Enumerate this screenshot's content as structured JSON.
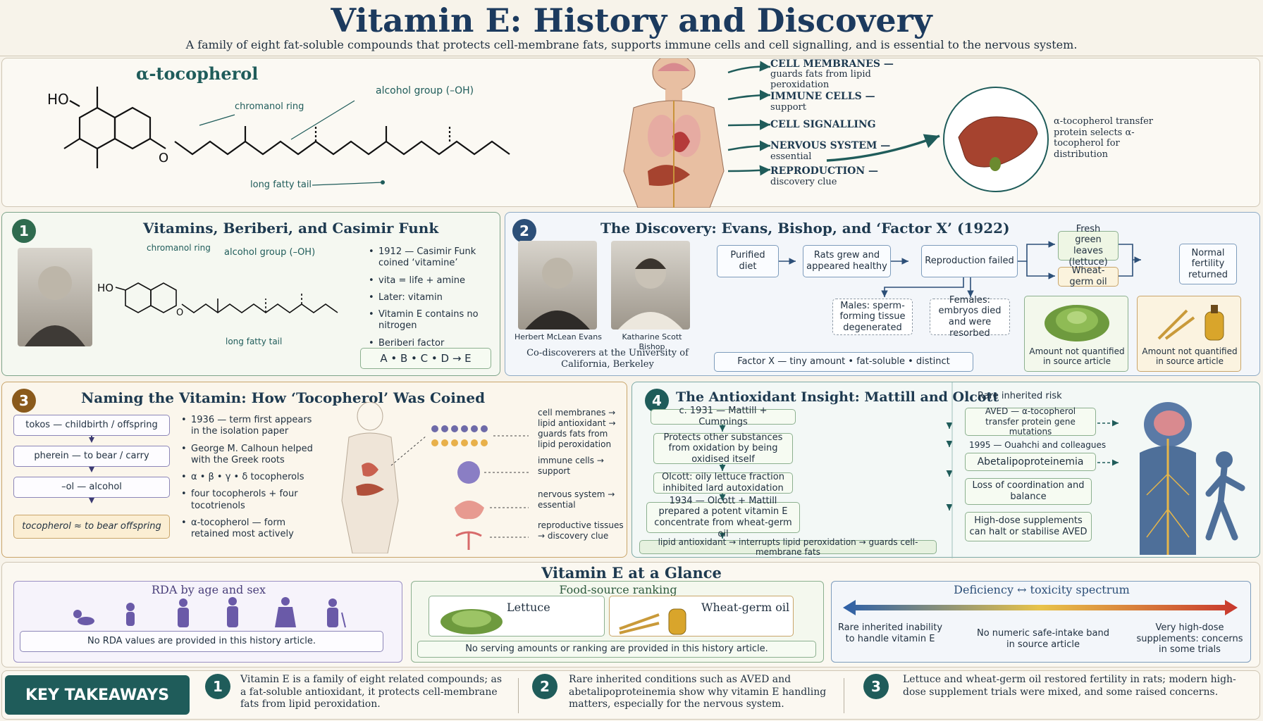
{
  "header": {
    "title": "Vitamin E: History and Discovery",
    "subtitle": "A family of eight fat-soluble compounds that protects cell-membrane fats, supports immune cells and cell signalling, and is essential to the nervous system."
  },
  "hero": {
    "molecule_name": "α-tocopherol",
    "ho_label": "HO",
    "o_label": "O",
    "chromanol_label": "chromanol ring",
    "alcohol_label": "alcohol group (–OH)",
    "tail_label": "long fatty tail",
    "roles": [
      {
        "title": "CELL MEMBRANES —",
        "desc": "guards fats from lipid peroxidation"
      },
      {
        "title": "IMMUNE CELLS —",
        "desc": "support"
      },
      {
        "title": "CELL SIGNALLING",
        "desc": ""
      },
      {
        "title": "NERVOUS SYSTEM —",
        "desc": "essential"
      },
      {
        "title": "REPRODUCTION —",
        "desc": "discovery clue"
      }
    ],
    "liver_note": "α-tocopherol transfer protein selects α-tocopherol for distribution"
  },
  "sec1": {
    "num": "1",
    "title": "Vitamins, Beriberi, and Casimir Funk",
    "ho_label": "HO",
    "o_label": "O",
    "chromanol_label": "chromanol ring",
    "alcohol_label": "alcohol group (–OH)",
    "tail_label": "long fatty tail",
    "bullets": [
      "1912 — Casimir Funk coined ‘vitamine’",
      "vita = life + amine",
      "Later: vitamin",
      "Vitamin E contains no nitrogen",
      "Beriberi factor"
    ],
    "sequence": "A • B • C • D → E"
  },
  "sec2": {
    "num": "2",
    "title": "The Discovery: Evans, Bishop, and ‘Factor X’ (1922)",
    "person1": "Herbert McLean Evans",
    "person2": "Katharine Scott Bishop",
    "caption": "Co-discoverers at the University of California, Berkeley",
    "flow": {
      "purified": "Purified diet",
      "rats": "Rats grew and appeared healthy",
      "repro": "Reproduction failed",
      "leaves": "Fresh green leaves (lettuce)",
      "wheat": "Wheat-germ oil",
      "normal": "Normal fertility returned",
      "males": "Males: sperm-forming tissue degenerated",
      "females": "Females: embryos died and were resorbed"
    },
    "factor_x": "Factor X — tiny amount • fat-soluble • distinct",
    "amount_note_1": "Amount not quantified in source article",
    "amount_note_2": "Amount not quantified in source article"
  },
  "sec3": {
    "num": "3",
    "title": "Naming the Vitamin: How ‘Tocopherol’ Was Coined",
    "roots": [
      "tokos — childbirth / offspring",
      "pherein — to bear / carry",
      "–ol — alcohol",
      "tocopherol ≈ to bear offspring"
    ],
    "bullets": [
      "1936 — term first appears in the isolation paper",
      "George M. Calhoun helped with the Greek roots",
      "α • β • γ • δ tocopherols",
      "four tocopherols + four tocotrienols",
      "α-tocopherol — form retained most actively"
    ],
    "targets": [
      "cell membranes → lipid antioxidant → guards fats from lipid peroxidation",
      "immune cells → support",
      "nervous system → essential",
      "reproductive tissues → discovery clue"
    ]
  },
  "sec4": {
    "num": "4",
    "title": "The Antioxidant Insight: Mattill and Olcott",
    "steps": [
      "c. 1931 — Mattill + Cummings",
      "Protects other substances from oxidation by being oxidised itself",
      "Olcott: oily lettuce fraction inhibited lard autoxidation",
      "1934 — Olcott + Mattill prepared a potent vitamin E concentrate from wheat-germ oil"
    ],
    "chain": "lipid antioxidant → interrupts lipid peroxidation → guards cell-membrane fats",
    "risk_title": "Rare inherited risk",
    "aved": "AVED — α-tocopherol transfer protein gene mutations",
    "ouahchi": "1995 — Ouahchi and colleagues",
    "abeta": "Abetalipoproteinemia",
    "loss": "Loss of coordination and balance",
    "halt": "High-dose supplements can halt or stabilise AVED"
  },
  "glance": {
    "title": "Vitamin E at a Glance",
    "rda_title": "RDA by age and sex",
    "rda_note": "No RDA values are provided in this history article.",
    "food_title": "Food-source ranking",
    "food_lettuce": "Lettuce",
    "food_wheat": "Wheat-germ oil",
    "food_note": "No serving amounts or ranking are provided in this history article.",
    "spectrum_title": "Deficiency ↔ toxicity spectrum",
    "spec_left": "Rare inherited inability to handle vitamin E",
    "spec_mid": "No numeric safe-intake band in source article",
    "spec_right": "Very high-dose supplements: concerns in some trials"
  },
  "takeaways": {
    "label": "KEY TAKEAWAYS",
    "items": [
      {
        "num": "1",
        "text": "Vitamin E is a family of eight related compounds; as a fat-soluble antioxidant, it protects cell-membrane fats from lipid peroxidation."
      },
      {
        "num": "2",
        "text": "Rare inherited conditions such as AVED and abetalipoproteinemia show why vitamin E handling matters, especially for the nervous system."
      },
      {
        "num": "3",
        "text": "Lettuce and wheat-germ oil restored fertility in rats; modern high-dose supplement trials were mixed, and some raised concerns."
      }
    ]
  },
  "colors": {
    "title": "#1c3a5e",
    "teal": "#1f5c5a",
    "green_badge": "#2f6b4f",
    "blue_badge": "#2c4f78",
    "amber_badge": "#8a5a1c",
    "takeaway_bg": "#1f5c5a"
  }
}
